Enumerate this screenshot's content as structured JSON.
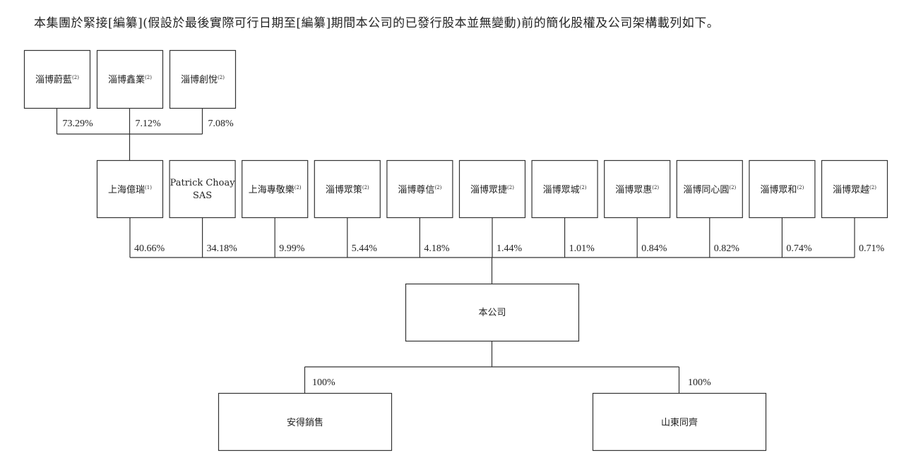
{
  "header": {
    "text": "本集團於緊接[編纂](假設於最後實際可行日期至[編纂]期間本公司的已發行股本並無變動)前的簡化股權及公司架構載列如下。"
  },
  "diagram": {
    "top_holders": [
      {
        "name": "淄博蔚藍",
        "note": "(2)",
        "pct": "73.29%"
      },
      {
        "name": "淄博鑫業",
        "note": "(2)",
        "pct": "7.12%"
      },
      {
        "name": "淄博創悅",
        "note": "(2)",
        "pct": "7.08%"
      }
    ],
    "shareholders": [
      {
        "name": "上海億瑞",
        "note": "(1)",
        "pct": "40.66%"
      },
      {
        "name": "Patrick Choay",
        "name2": "SAS",
        "note": "",
        "pct": "34.18%"
      },
      {
        "name": "上海專敬樂",
        "note": "(2)",
        "pct": "9.99%"
      },
      {
        "name": "淄博眾策",
        "note": "(2)",
        "pct": "5.44%"
      },
      {
        "name": "淄博尊信",
        "note": "(2)",
        "pct": "4.18%"
      },
      {
        "name": "淄博眾捷",
        "note": "(2)",
        "pct": "1.44%"
      },
      {
        "name": "淄博眾城",
        "note": "(2)",
        "pct": "1.01%"
      },
      {
        "name": "淄博眾惠",
        "note": "(2)",
        "pct": "0.84%"
      },
      {
        "name": "淄博同心圓",
        "note": "(2)",
        "pct": "0.82%"
      },
      {
        "name": "淄博眾和",
        "note": "(2)",
        "pct": "0.74%"
      },
      {
        "name": "淄博眾越",
        "note": "(2)",
        "pct": "0.71%"
      }
    ],
    "company": {
      "name": "本公司"
    },
    "subsidiaries": [
      {
        "name": "安得銷售",
        "pct": "100%"
      },
      {
        "name": "山東同齊",
        "pct": "100%"
      }
    ]
  }
}
